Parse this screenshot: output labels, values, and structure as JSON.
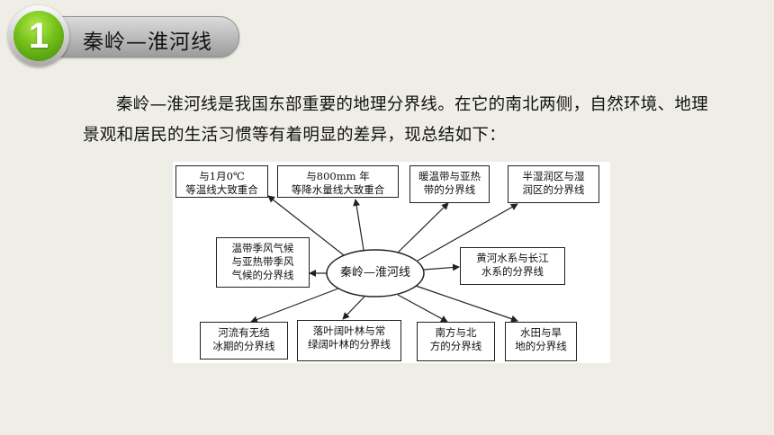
{
  "header": {
    "badge_number": "1",
    "title": "秦岭—淮河线"
  },
  "intro_text": "秦岭—淮河线是我国东部重要的地理分界线。在它的南北两侧，自然环境、地理景观和居民的生活习惯等有着明显的差异，现总结如下：",
  "diagram": {
    "center": "秦岭—淮河线",
    "nodes": [
      {
        "id": "n1",
        "line1": "与1月0℃",
        "line2": "等温线大致重合"
      },
      {
        "id": "n2",
        "line1": "与800mm 年",
        "line2": "等降水量线大致重合"
      },
      {
        "id": "n3",
        "line1": "暖温带与亚热",
        "line2": "带的分界线"
      },
      {
        "id": "n4",
        "line1": "半湿润区与湿",
        "line2": "润区的分界线"
      },
      {
        "id": "n5",
        "line1": "温带季风气候",
        "line2": "与亚热带季风",
        "line3": "气候的分界线"
      },
      {
        "id": "n6",
        "line1": "黄河水系与长江",
        "line2": "水系的分界线"
      },
      {
        "id": "n7",
        "line1": "河流有无结",
        "line2": "冰期的分界线"
      },
      {
        "id": "n8",
        "line1": "落叶阔叶林与常",
        "line2": "绿阔叶林的分界线"
      },
      {
        "id": "n9",
        "line1": "南方与北",
        "line2": "方的分界线"
      },
      {
        "id": "n10",
        "line1": "水田与旱",
        "line2": "地的分界线"
      }
    ]
  }
}
